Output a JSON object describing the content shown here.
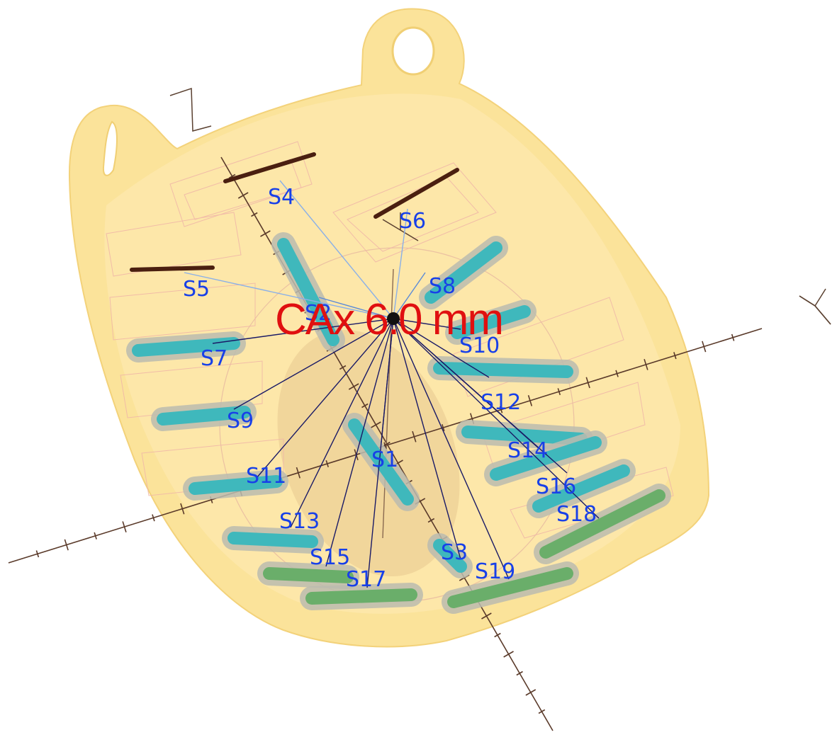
{
  "measurement": {
    "label": "CAx 6.0 mm"
  },
  "axes": [
    {
      "name": "z-axis",
      "label": "Z"
    },
    {
      "name": "y-axis",
      "label": "Y"
    }
  ],
  "colors": {
    "applicator": "#fbe39a",
    "seed_label": "#1840e8",
    "measurement_label": "#e01010",
    "needle": "#1a1a66",
    "dwell_teal": "#3fb8bc",
    "dwell_green": "#6aae6a",
    "dwell_shadow": "#bcbcb0",
    "axis": "#5a3a2a"
  },
  "seeds": [
    {
      "label": "S1"
    },
    {
      "label": "S2"
    },
    {
      "label": "S3"
    },
    {
      "label": "S4"
    },
    {
      "label": "S5"
    },
    {
      "label": "S6"
    },
    {
      "label": "S7"
    },
    {
      "label": "S8"
    },
    {
      "label": "S9"
    },
    {
      "label": "S10"
    },
    {
      "label": "S11"
    },
    {
      "label": "S12"
    },
    {
      "label": "S13"
    },
    {
      "label": "S14"
    },
    {
      "label": "S15"
    },
    {
      "label": "S16"
    },
    {
      "label": "S17"
    },
    {
      "label": "S18"
    },
    {
      "label": "S19"
    }
  ]
}
